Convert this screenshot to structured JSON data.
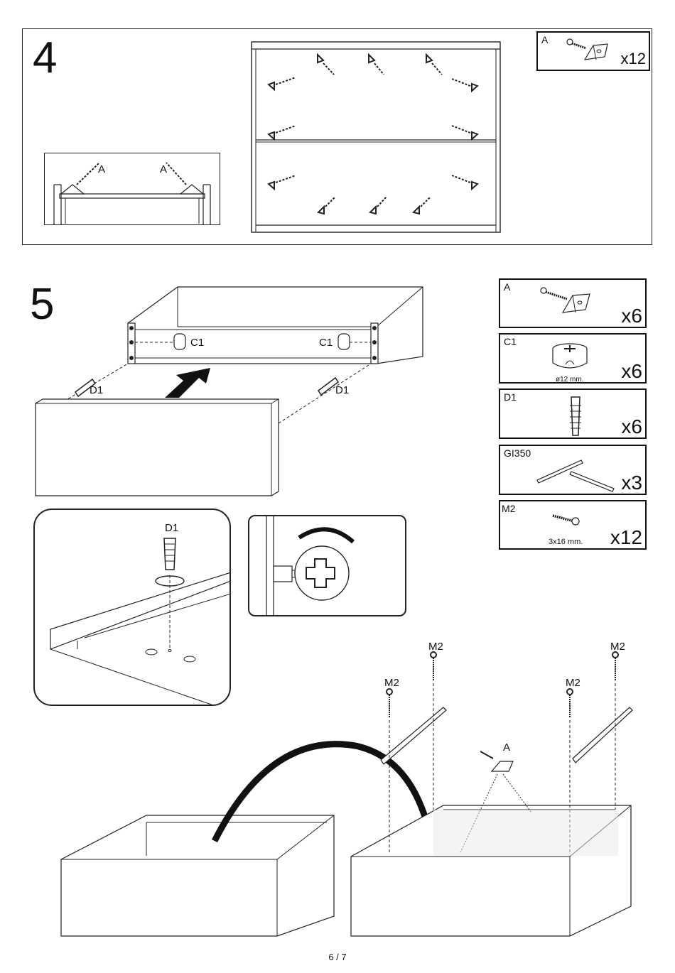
{
  "step4": {
    "number": "4",
    "bracket_label_left": "A",
    "bracket_label_right": "A",
    "part": {
      "code": "A",
      "qty": "x12"
    }
  },
  "step5": {
    "number": "5",
    "label_c1_left": "C1",
    "label_c1_right": "C1",
    "label_d1_left": "D1",
    "label_d1_right": "D1",
    "detail_d1": "D1",
    "label_m2_1": "M2",
    "label_m2_2": "M2",
    "label_m2_3": "M2",
    "label_m2_4": "M2",
    "label_a": "A",
    "parts": [
      {
        "code": "A",
        "qty": "x6",
        "size": ""
      },
      {
        "code": "C1",
        "qty": "x6",
        "size": "ø12 mm."
      },
      {
        "code": "D1",
        "qty": "x6",
        "size": ""
      },
      {
        "code": "GI350",
        "qty": "x3",
        "size": ""
      },
      {
        "code": "M2",
        "qty": "x12",
        "size": "3x16 mm."
      }
    ]
  },
  "footer": {
    "page": "6 / 7"
  },
  "icons": [
    "screw-icon",
    "corner-bracket-icon",
    "cam-lock-icon",
    "dowel-icon",
    "drawer-runner-icon",
    "wood-screw-icon",
    "arrow-icon"
  ]
}
